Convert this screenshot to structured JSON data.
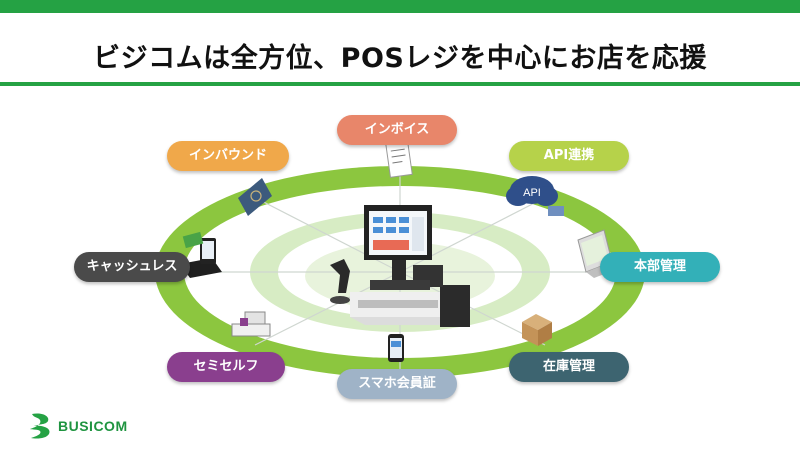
{
  "title": "ビジコムは全方位、POSレジを中心にお店を応援",
  "colors": {
    "brand_green": "#25a244",
    "ring_green": "#8cc63f",
    "inner_green": "#d7ecc4"
  },
  "pills": {
    "invoice": {
      "label": "インボイス",
      "color": "#e8866a"
    },
    "inbound": {
      "label": "インバウンド",
      "color": "#f0a84a"
    },
    "api": {
      "label": "API連携",
      "color": "#b6d24a"
    },
    "cashless": {
      "label": "キャッシュレス",
      "color": "#4a4a4a"
    },
    "headquarters": {
      "label": "本部管理",
      "color": "#33b0b8"
    },
    "semi_self": {
      "label": "セミセルフ",
      "color": "#8a3f8e"
    },
    "membership": {
      "label": "スマホ会員証",
      "color": "#9fb3c7"
    },
    "inventory": {
      "label": "在庫管理",
      "color": "#3d6470"
    }
  },
  "illustration_labels": {
    "api_cloud": "API"
  },
  "logo": {
    "text": "BUSICOM"
  }
}
